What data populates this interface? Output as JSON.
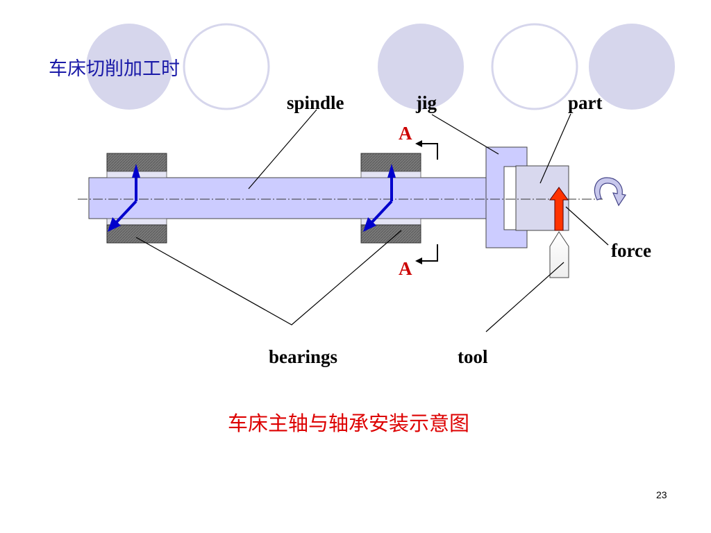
{
  "slide": {
    "title": "车床切削加工时",
    "caption": "车床主轴与轴承安装示意图",
    "page_number": "23"
  },
  "labels": {
    "spindle": "spindle",
    "jig": "jig",
    "part": "part",
    "force": "force",
    "bearings": "bearings",
    "tool": "tool",
    "section_top": "A",
    "section_bottom": "A"
  },
  "colors": {
    "title": "#1a1aa8",
    "caption": "#dd0000",
    "section_mark": "#cc0000",
    "spindle_fill": "#ccccff",
    "bearing_fill": "#777777",
    "force_arrow": "#ff3300",
    "load_arrow": "#0000cc",
    "deco_circle": "#d6d6ec"
  }
}
